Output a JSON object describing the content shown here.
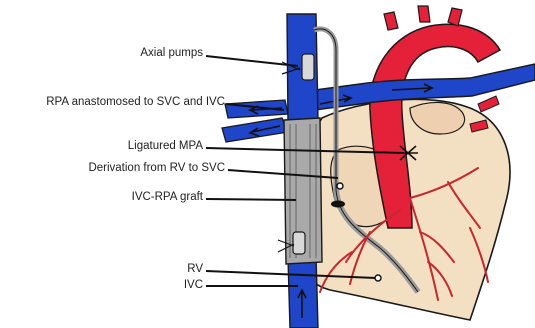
{
  "labels": {
    "axial_pumps": "Axial pumps",
    "rpa_anastomosed": "RPA anastomosed to SVC and IVC",
    "ligatured_mpa": "Ligatured MPA",
    "derivation": "Derivation from RV to SVC",
    "ivc_rpa_graft": "IVC-RPA graft",
    "rv": "RV",
    "ivc": "IVC"
  },
  "colors": {
    "vein_blue": "#1f45c8",
    "artery_red": "#e5213a",
    "heart_fill": "#f3dfc2",
    "coronary": "#c8262e",
    "graft_gray": "#a9a9a9",
    "cannula_gray": "#9a9a9a",
    "outline": "#1a1a1a"
  }
}
